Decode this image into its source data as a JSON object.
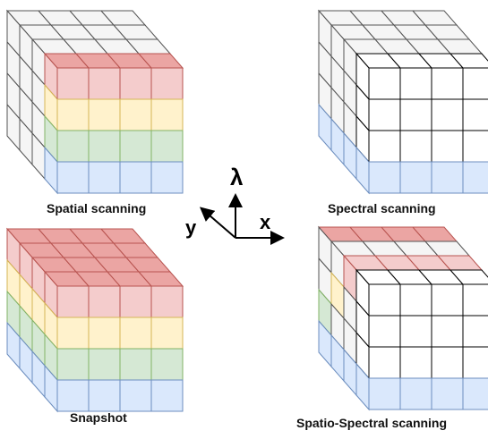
{
  "panels": {
    "spatial_scanning": {
      "caption": "Spatial scanning"
    },
    "spectral_scanning": {
      "caption": "Spectral scanning"
    },
    "snapshot": {
      "caption": "Snapshot"
    },
    "spatio_spectral_scanning": {
      "caption": "Spatio-Spectral scanning"
    }
  },
  "axes": {
    "lambda": "λ",
    "y": "y",
    "x": "x"
  },
  "colors": {
    "red_face": "#f4cccc",
    "red_edge": "#b85450",
    "red_top": "#eba5a3",
    "yellow_face": "#fff2cc",
    "yellow_edge": "#d6b656",
    "green_face": "#d5e8d4",
    "green_edge": "#82b366",
    "blue_face": "#dae8fc",
    "blue_edge": "#6c8ebf",
    "gray_face": "#f5f5f5",
    "gray_edge": "#555555",
    "white_face": "#ffffff",
    "dark_edge": "#000000"
  }
}
